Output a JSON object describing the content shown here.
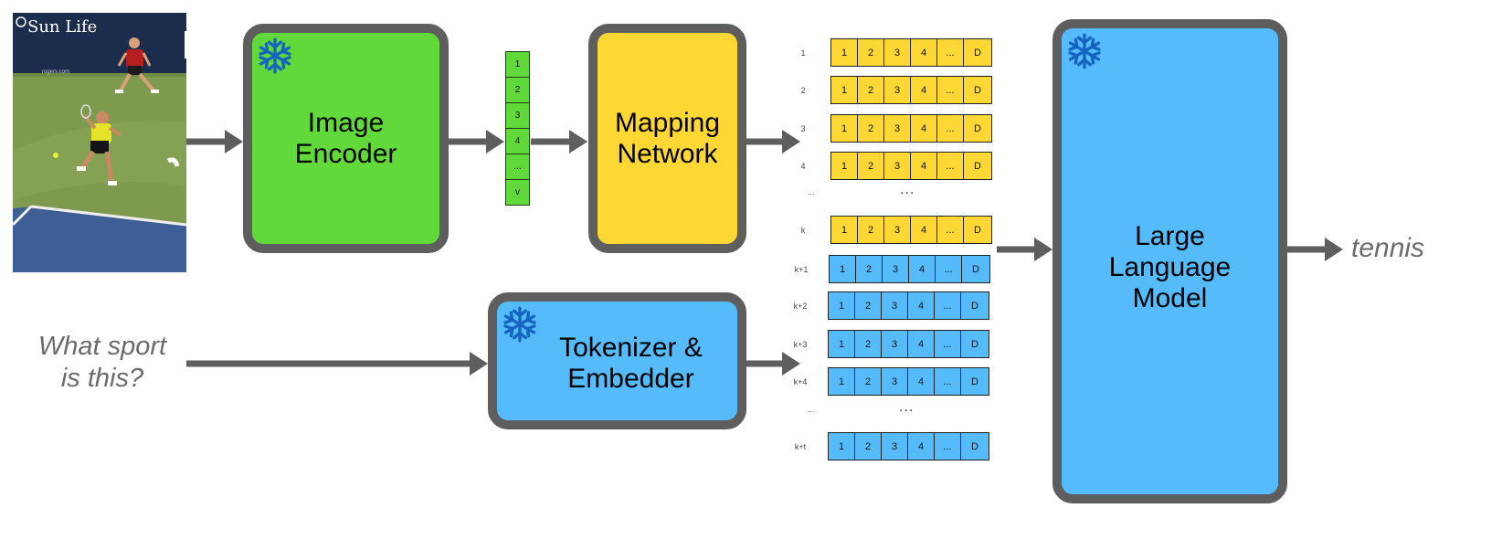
{
  "photo": {
    "sign_text": "Sun Life",
    "url_text": "rogers.com"
  },
  "image_encoder": {
    "label": "Image\nEncoder",
    "frozen": true,
    "color": "#62d93a"
  },
  "mapping_network": {
    "label": "Mapping\nNetwork",
    "frozen": false,
    "color": "#fdd835"
  },
  "tokenizer": {
    "label": "Tokenizer &\nEmbedder",
    "frozen": true,
    "color": "#55bbfb"
  },
  "llm": {
    "label": "Large\nLanguage\nModel",
    "frozen": true,
    "color": "#55bbfb"
  },
  "vector_cells": [
    "1",
    "2",
    "3",
    "4",
    "...",
    "v"
  ],
  "token_cells": [
    "1",
    "2",
    "3",
    "4",
    "...",
    "D"
  ],
  "image_tokens": {
    "indices": [
      "1",
      "2",
      "3",
      "4",
      "k"
    ],
    "ellipsis_index": "...",
    "ellipsis": "..."
  },
  "text_tokens": {
    "indices": [
      "k+1",
      "k+2",
      "k+3",
      "k+4",
      "k+t"
    ],
    "ellipsis_index": "...",
    "ellipsis": "..."
  },
  "question": "What sport\nis this?",
  "answer": "tennis",
  "colors": {
    "arrow": "#5e5e5e",
    "border": "#5e5e5e"
  }
}
